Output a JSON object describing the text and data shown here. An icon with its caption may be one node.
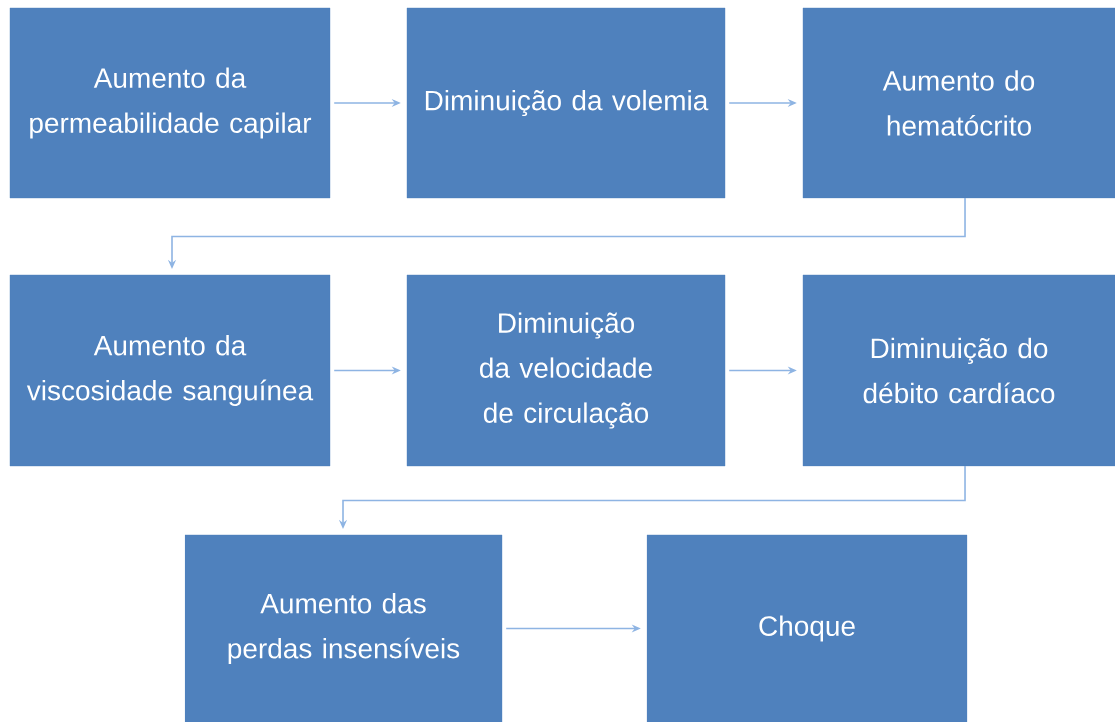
{
  "diagram": {
    "nodes": [
      {
        "text": [
          "Aumento da permeabilidade capilar"
        ]
      },
      {
        "text": [
          "Diminuição da volemia"
        ]
      },
      {
        "text": [
          "Aumento do hematócrito"
        ]
      },
      {
        "text": [
          "Aumento da viscosidade sanguínea"
        ]
      },
      {
        "text": [
          "Diminuição da velocidade de circulação"
        ]
      },
      {
        "text": [
          "Diminuição do débito cardíaco"
        ]
      },
      {
        "text": [
          "Aumento das perdas insensíveis"
        ]
      },
      {
        "text": [
          "Choque"
        ]
      }
    ],
    "edges": [
      {
        "from": 0,
        "to": 1,
        "arrow": "to"
      },
      {
        "from": 1,
        "to": 2,
        "arrow": "to"
      },
      {
        "from": 2,
        "to": 3,
        "arrow": "to"
      },
      {
        "from": 3,
        "to": 4,
        "arrow": "to"
      },
      {
        "from": 4,
        "to": 5,
        "arrow": "to"
      },
      {
        "from": 5,
        "to": 6,
        "arrow": "to"
      },
      {
        "from": 6,
        "to": 7,
        "arrow": "to"
      }
    ]
  }
}
